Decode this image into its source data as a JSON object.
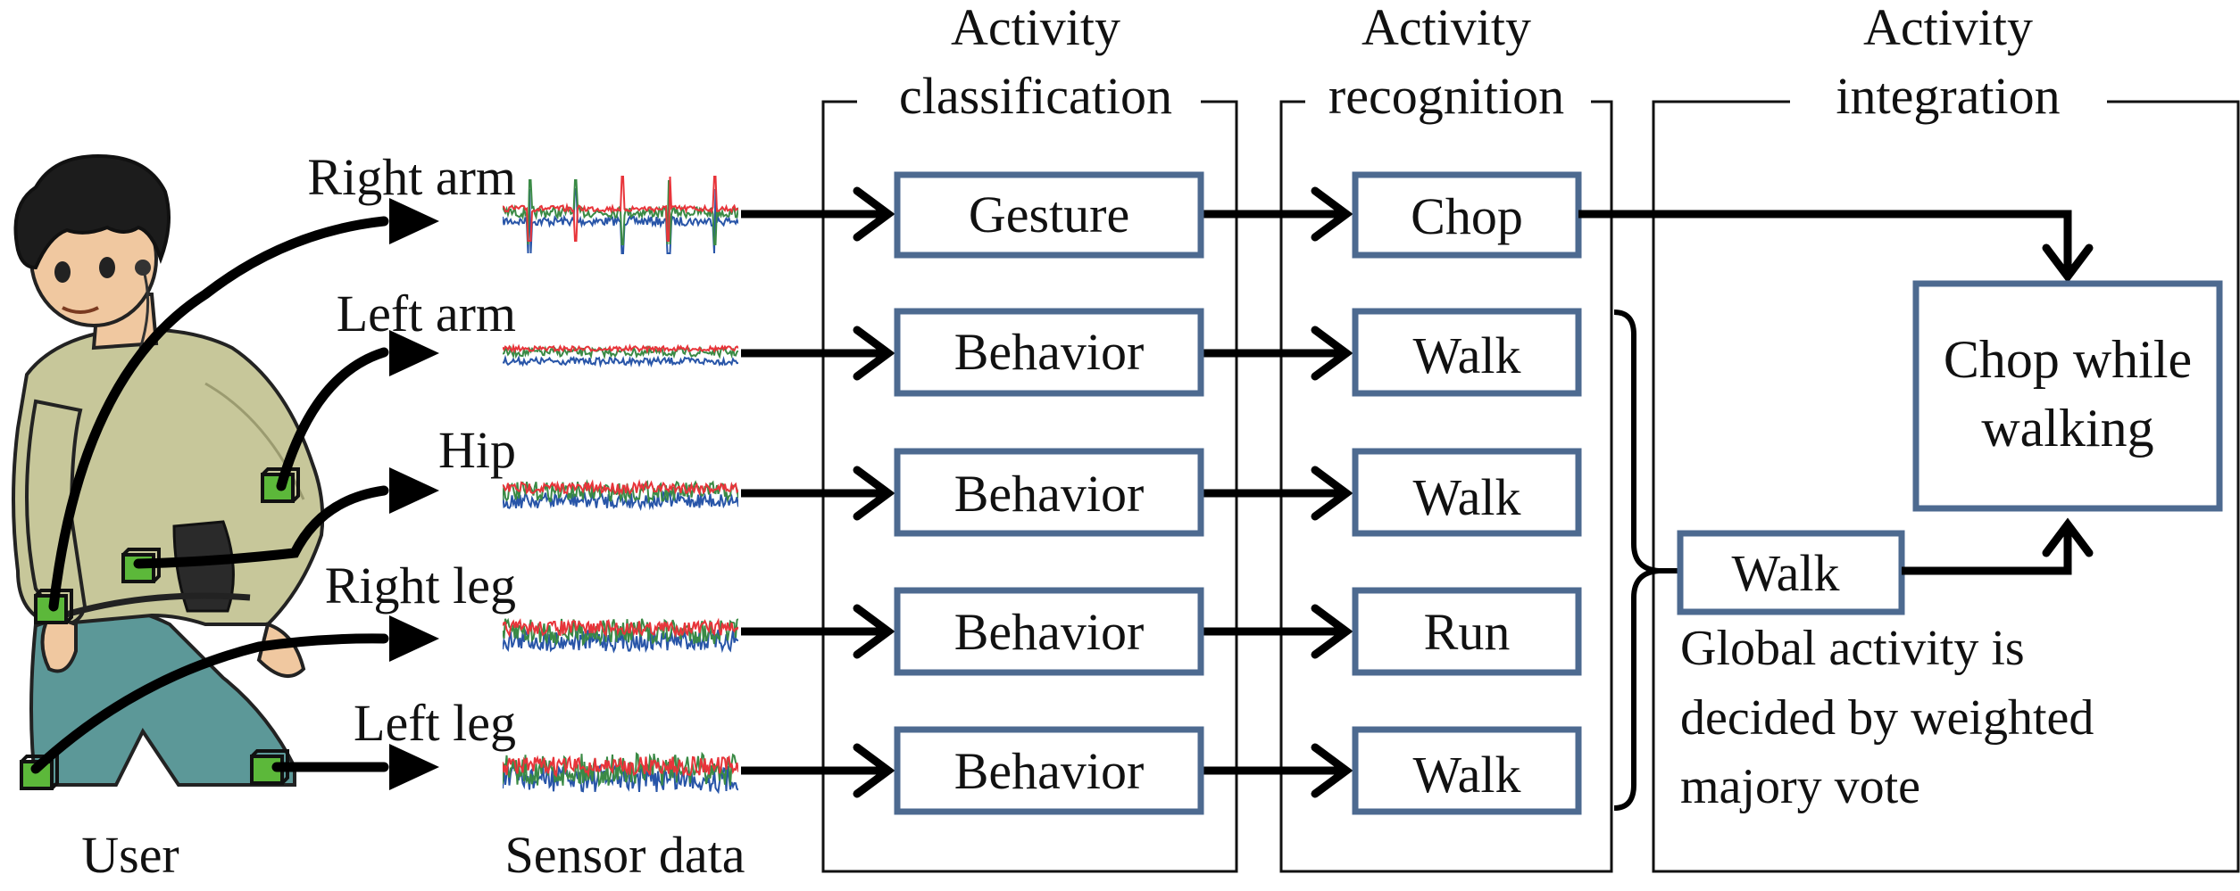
{
  "user_label": "User",
  "sensor_data_label": "Sensor data",
  "sensor_positions": [
    "Right arm",
    "Left arm",
    "Hip",
    "Right leg",
    "Left leg"
  ],
  "columns": {
    "classification": {
      "title_line1": "Activity",
      "title_line2": "classification"
    },
    "recognition": {
      "title_line1": "Activity",
      "title_line2": "recognition"
    },
    "integration": {
      "title_line1": "Activity",
      "title_line2": "integration"
    }
  },
  "rows": [
    {
      "classifier": "Gesture",
      "result": "Chop"
    },
    {
      "classifier": "Behavior",
      "result": "Walk"
    },
    {
      "classifier": "Behavior",
      "result": "Walk"
    },
    {
      "classifier": "Behavior",
      "result": "Run"
    },
    {
      "classifier": "Behavior",
      "result": "Walk"
    }
  ],
  "integration": {
    "output_line1": "Chop while",
    "output_line2": "walking",
    "global_result": "Walk",
    "note_line1": "Global activity is",
    "note_line2": "decided by weighted",
    "note_line3": "majory vote"
  },
  "colors": {
    "box_stroke": "#4d6a90",
    "signal_red": "#e8343a",
    "signal_green": "#3a8a45",
    "signal_blue": "#2855a8",
    "sensor_green": "#5cb83a",
    "shirt": "#c7c79a",
    "jeans": "#5c9898"
  }
}
